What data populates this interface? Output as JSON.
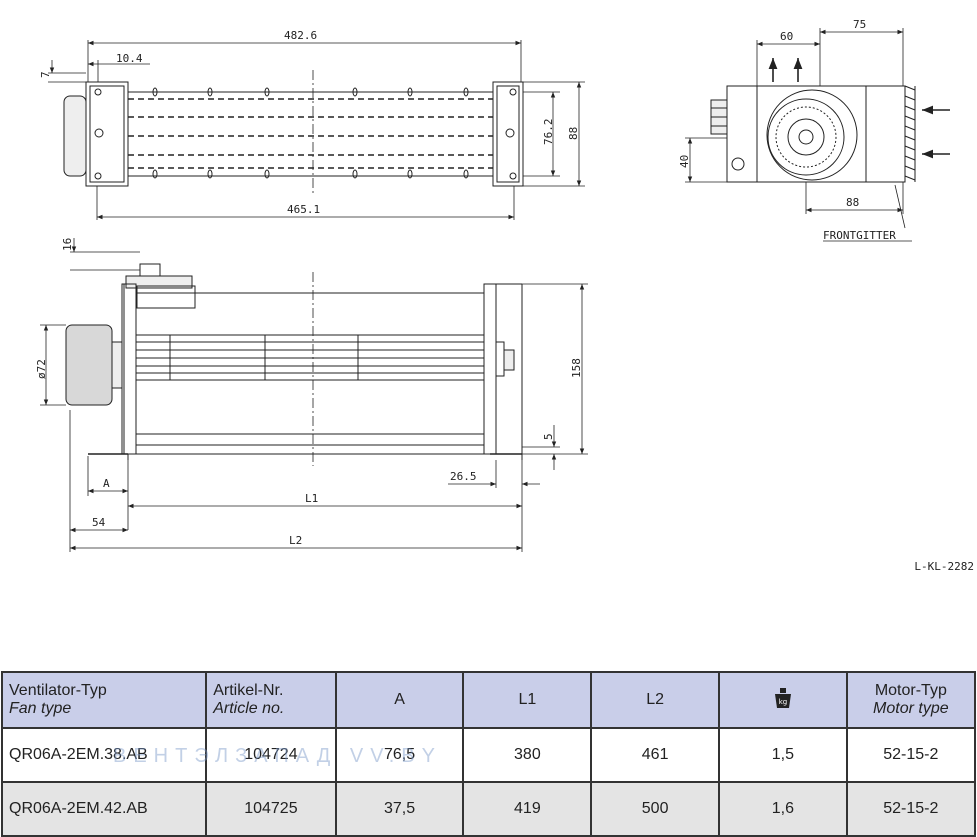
{
  "drawing": {
    "top_view": {
      "length_total": "482.6",
      "length_inner": "465.1",
      "offset_left": "10.4",
      "offset_top": "7",
      "height_inner": "76.2",
      "height_outer": "88"
    },
    "side_view": {
      "dim_top": "60",
      "dim_right": "75",
      "dim_left": "40",
      "dim_bottom": "88",
      "label_front_grille": "FRONTGITTER"
    },
    "front_view": {
      "dim_16": "16",
      "dim_diameter": "ø72",
      "dim_height": "158",
      "dim_5": "5",
      "dim_26_5": "26.5",
      "label_A": "A",
      "label_L1": "L1",
      "dim_54": "54",
      "label_L2": "L2"
    },
    "reference": "L-KL-2282"
  },
  "table": {
    "headers": {
      "fan_type_de": "Ventilator-Typ",
      "fan_type_en": "Fan type",
      "article_de": "Artikel-Nr.",
      "article_en": "Article no.",
      "a": "A",
      "l1": "L1",
      "l2": "L2",
      "weight_icon": "kg",
      "motor_de": "Motor-Typ",
      "motor_en": "Motor type"
    },
    "rows": [
      {
        "fan_type": "QR06A-2EM.38.AB",
        "article": "104724",
        "a": "76,5",
        "l1": "380",
        "l2": "461",
        "weight": "1,5",
        "motor": "52-15-2"
      },
      {
        "fan_type": "QR06A-2EM.42.AB",
        "article": "104725",
        "a": "37,5",
        "l1": "419",
        "l2": "500",
        "weight": "1,6",
        "motor": "52-15-2"
      }
    ]
  },
  "watermark": "ВЕНТЭЛЗАПАД      VV.BY"
}
